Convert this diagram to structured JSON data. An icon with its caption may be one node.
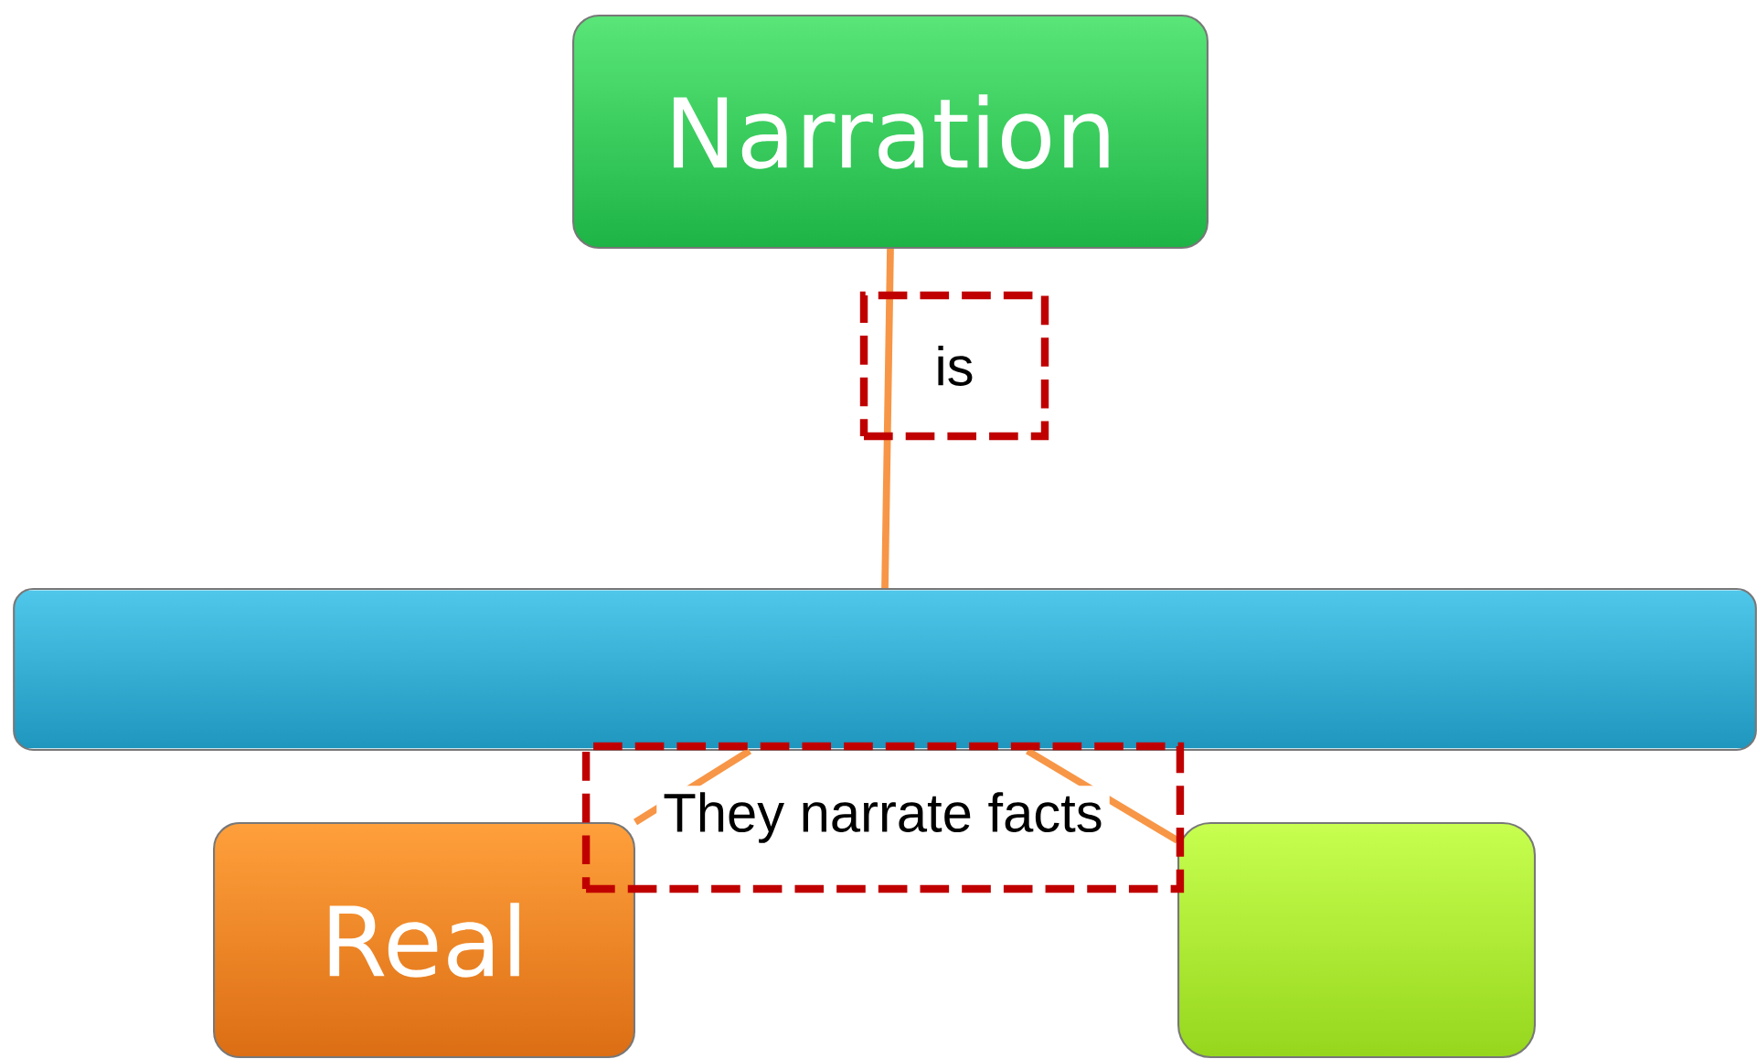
{
  "diagram": {
    "nodes": [
      {
        "text": [
          "Narration"
        ]
      },
      {
        "text": [],
        "shape": "bar"
      },
      {
        "text": [
          "Real"
        ]
      },
      {
        "text": [],
        "shape": "box"
      }
    ],
    "edges": [
      {
        "from": 0,
        "to": 1,
        "arrow": "none",
        "label": "is"
      },
      {
        "from": 1,
        "to": 2,
        "arrow": "none",
        "label": "They narrate facts"
      },
      {
        "from": 1,
        "to": 3,
        "arrow": "none"
      }
    ]
  }
}
